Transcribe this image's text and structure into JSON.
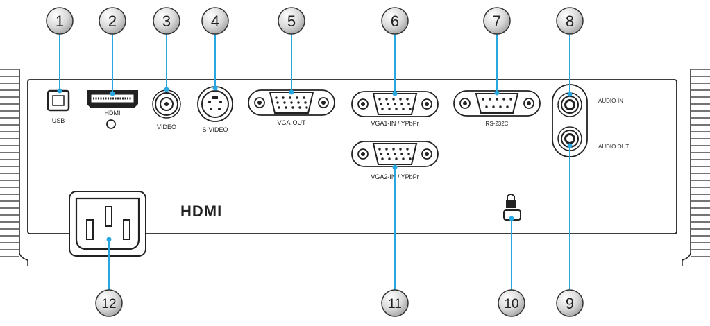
{
  "title": "",
  "labels": {
    "usb": "USB",
    "hdmi": "HDMI",
    "video": "VIDEO",
    "svideo": "S-VIDEO",
    "vga_out": "VGA-OUT",
    "vga1_in": "VGA1-IN / YPbPr",
    "rs232c": "RS-232C",
    "audio_in": "AUDIO-IN",
    "audio_out": "AUDIO OUT",
    "vga2_in": "VGA2-IN / YPbPr",
    "hdmi_logo": "HDMI"
  },
  "callouts": [
    {
      "number": "1",
      "target": "usb-port"
    },
    {
      "number": "2",
      "target": "hdmi-port"
    },
    {
      "number": "3",
      "target": "video-port"
    },
    {
      "number": "4",
      "target": "svideo-port"
    },
    {
      "number": "5",
      "target": "vga-out-port"
    },
    {
      "number": "6",
      "target": "vga1-in-port"
    },
    {
      "number": "7",
      "target": "rs232c-port"
    },
    {
      "number": "8",
      "target": "audio-in-port"
    },
    {
      "number": "9",
      "target": "audio-out-port"
    },
    {
      "number": "10",
      "target": "kensington-lock"
    },
    {
      "number": "11",
      "target": "vga2-in-port"
    },
    {
      "number": "12",
      "target": "power-socket"
    }
  ],
  "colors": {
    "callout_line": "#29a8e0",
    "callout_dot": "#29a8e0",
    "outline": "#222222",
    "bubble_fill": "#d0d0d0"
  }
}
